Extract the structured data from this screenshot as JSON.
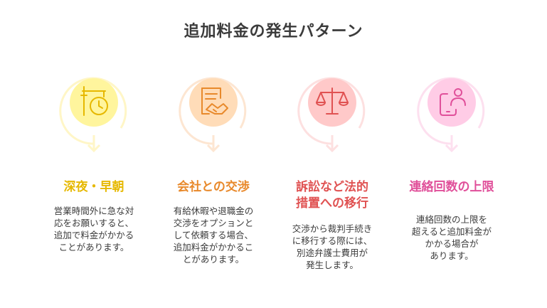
{
  "title": "追加料金の発生パターン",
  "items": [
    {
      "icon": "clock-icon",
      "color": "#e6b800",
      "light": "#fff59d",
      "ring": "#fff6c7",
      "heading": "深夜・早朝",
      "desc": [
        "営業時間外に急な対",
        "応をお願いすると、",
        "追加で料金がかかる",
        "ことがあります。"
      ]
    },
    {
      "icon": "contract-handshake-icon",
      "color": "#e8892b",
      "light": "#ffdcb8",
      "ring": "#fde6d2",
      "heading": "会社との交渉",
      "desc": [
        "有給休暇や退職金の",
        "交渉をオプションと",
        "して依頼する場合、",
        "追加料金がかかるこ",
        "とがあります。"
      ]
    },
    {
      "icon": "scales-icon",
      "color": "#e05252",
      "light": "#ffc9c9",
      "ring": "#fde0e0",
      "heading": "訴訟など法的",
      "heading2": "措置への移行",
      "desc": [
        "交渉から裁判手続き",
        "に移行する際には、",
        "別途弁護士費用が",
        "発生します。"
      ]
    },
    {
      "icon": "phone-user-icon",
      "color": "#e0509a",
      "light": "#ffcce6",
      "ring": "#fde0ef",
      "heading": "連絡回数の上限",
      "desc": [
        "連絡回数の上限を",
        "超えると追加料金が",
        "かかる場合が",
        "あります。"
      ]
    }
  ]
}
